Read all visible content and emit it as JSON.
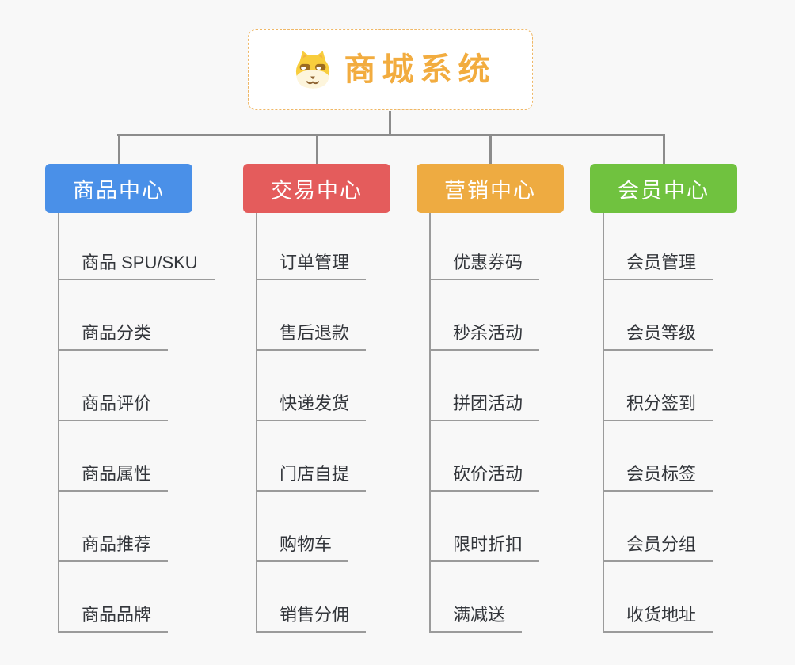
{
  "page": {
    "background": "#f8f8f8",
    "connector_color": "#8c8c8c",
    "leaf_line_color": "#9b9b9b",
    "leaf_text_color": "#33363b"
  },
  "root": {
    "title": "商城系统",
    "icon": "doge-icon",
    "text_color": "#f2ac3f",
    "border_color": "#efb766"
  },
  "branches": [
    {
      "label": "商品中心",
      "color": "#4a90e8",
      "items": [
        "商品 SPU/SKU",
        "商品分类",
        "商品评价",
        "商品属性",
        "商品推荐",
        "商品品牌"
      ]
    },
    {
      "label": "交易中心",
      "color": "#e45c5c",
      "items": [
        "订单管理",
        "售后退款",
        "快递发货",
        "门店自提",
        "购物车",
        "销售分佣"
      ]
    },
    {
      "label": "营销中心",
      "color": "#eeab41",
      "items": [
        "优惠券码",
        "秒杀活动",
        "拼团活动",
        "砍价活动",
        "限时折扣",
        "满减送"
      ]
    },
    {
      "label": "会员中心",
      "color": "#70c23f",
      "items": [
        "会员管理",
        "会员等级",
        "积分签到",
        "会员标签",
        "会员分组",
        "收货地址"
      ]
    }
  ]
}
